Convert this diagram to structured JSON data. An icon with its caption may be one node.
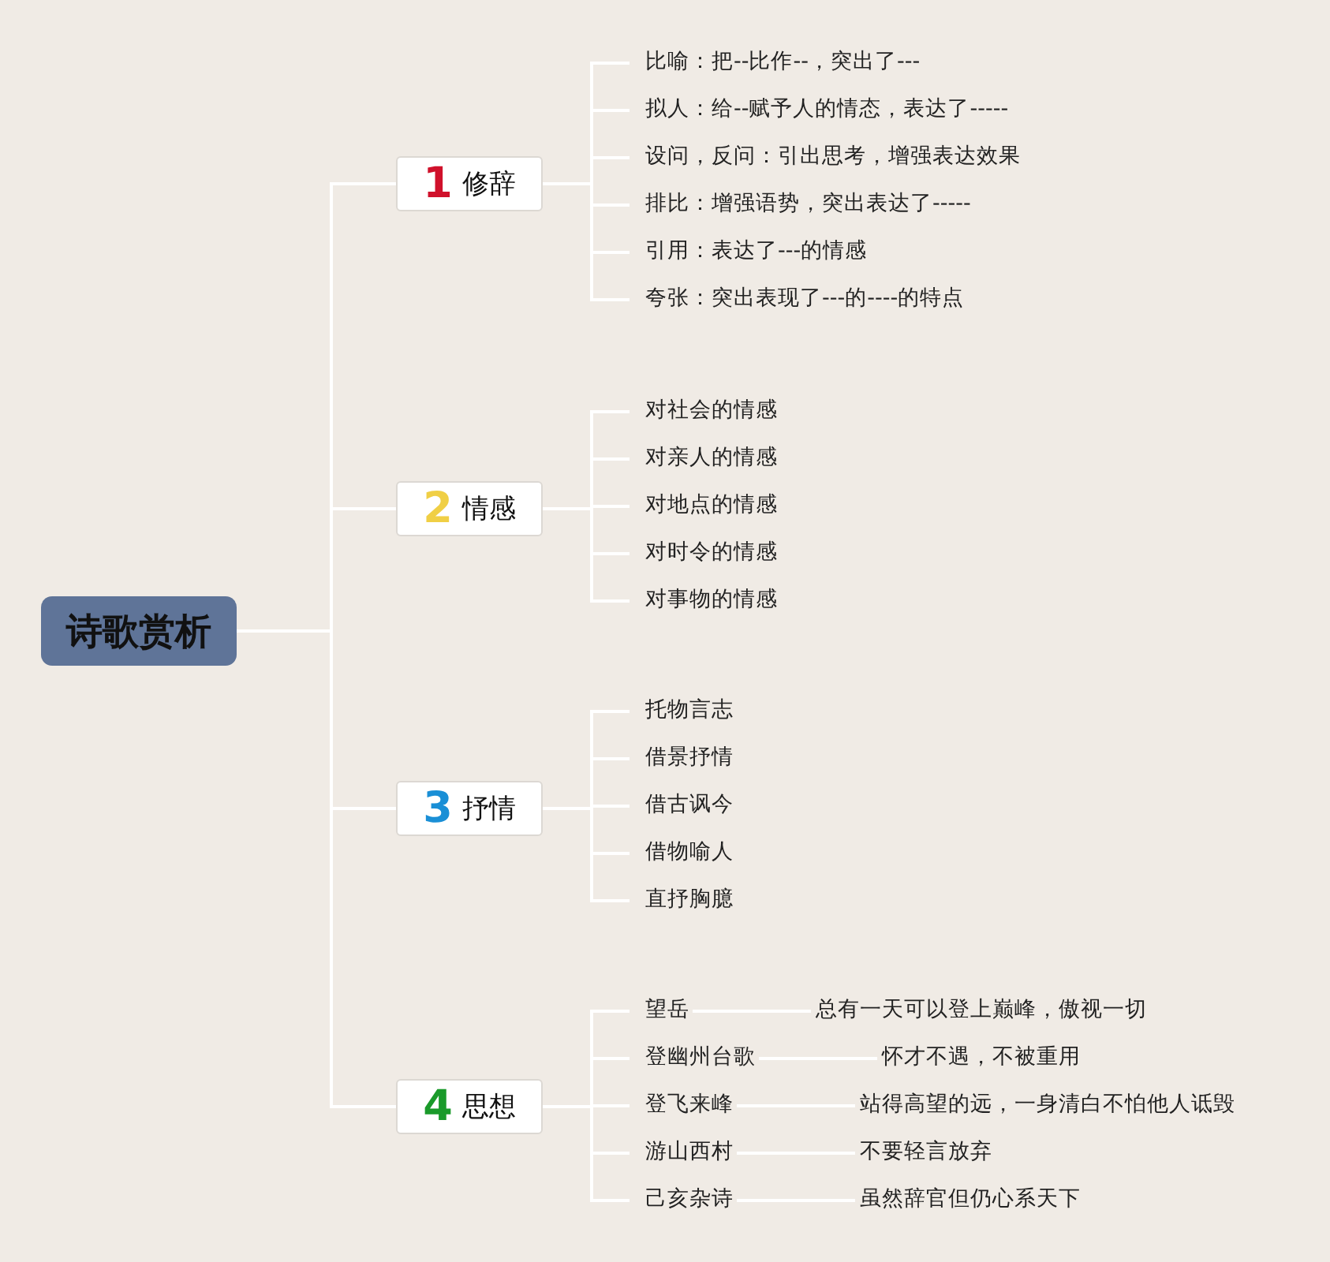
{
  "diagram": {
    "nodes": [
      {
        "text": [
          "诗歌赏析"
        ]
      },
      {
        "text": [
          "1",
          "修辞"
        ]
      },
      {
        "text": [
          "比喻：把--比作--，突出了---"
        ]
      },
      {
        "text": [
          "拟人：给--赋予人的情态，表达了-----"
        ]
      },
      {
        "text": [
          "设问，反问：引出思考，增强表达效果"
        ]
      },
      {
        "text": [
          "排比：增强语势，突出表达了-----"
        ]
      },
      {
        "text": [
          "引用：表达了---的情感"
        ]
      },
      {
        "text": [
          "夸张：突出表现了---的----的特点"
        ]
      },
      {
        "text": [
          "2",
          "情感"
        ]
      },
      {
        "text": [
          "对社会的情感"
        ]
      },
      {
        "text": [
          "对亲人的情感"
        ]
      },
      {
        "text": [
          "对地点的情感"
        ]
      },
      {
        "text": [
          "对时令的情感"
        ]
      },
      {
        "text": [
          "对事物的情感"
        ]
      },
      {
        "text": [
          "3",
          "抒情"
        ]
      },
      {
        "text": [
          "托物言志"
        ]
      },
      {
        "text": [
          "借景抒情"
        ]
      },
      {
        "text": [
          "借古讽今"
        ]
      },
      {
        "text": [
          "借物喻人"
        ]
      },
      {
        "text": [
          "直抒胸臆"
        ]
      },
      {
        "text": [
          "4",
          "思想"
        ]
      },
      {
        "text": [
          "望岳"
        ]
      },
      {
        "text": [
          "总有一天可以登上巅峰，傲视一切"
        ]
      },
      {
        "text": [
          "登幽州台歌"
        ]
      },
      {
        "text": [
          "怀才不遇，不被重用"
        ]
      },
      {
        "text": [
          "登飞来峰"
        ]
      },
      {
        "text": [
          "站得高望的远，一身清白不怕他人诋毁"
        ]
      },
      {
        "text": [
          "游山西村"
        ]
      },
      {
        "text": [
          "不要轻言放弃"
        ]
      },
      {
        "text": [
          "己亥杂诗"
        ]
      },
      {
        "text": [
          "虽然辞官但仍心系天下"
        ]
      }
    ],
    "edges": [
      {
        "from": 0,
        "to": 1,
        "arrow": "none"
      },
      {
        "from": 0,
        "to": 8,
        "arrow": "none"
      },
      {
        "from": 0,
        "to": 14,
        "arrow": "none"
      },
      {
        "from": 0,
        "to": 20,
        "arrow": "none"
      },
      {
        "from": 1,
        "to": 2,
        "arrow": "none"
      },
      {
        "from": 1,
        "to": 3,
        "arrow": "none"
      },
      {
        "from": 1,
        "to": 4,
        "arrow": "none"
      },
      {
        "from": 1,
        "to": 5,
        "arrow": "none"
      },
      {
        "from": 1,
        "to": 6,
        "arrow": "none"
      },
      {
        "from": 1,
        "to": 7,
        "arrow": "none"
      },
      {
        "from": 8,
        "to": 9,
        "arrow": "none"
      },
      {
        "from": 8,
        "to": 10,
        "arrow": "none"
      },
      {
        "from": 8,
        "to": 11,
        "arrow": "none"
      },
      {
        "from": 8,
        "to": 12,
        "arrow": "none"
      },
      {
        "from": 8,
        "to": 13,
        "arrow": "none"
      },
      {
        "from": 14,
        "to": 15,
        "arrow": "none"
      },
      {
        "from": 14,
        "to": 16,
        "arrow": "none"
      },
      {
        "from": 14,
        "to": 17,
        "arrow": "none"
      },
      {
        "from": 14,
        "to": 18,
        "arrow": "none"
      },
      {
        "from": 14,
        "to": 19,
        "arrow": "none"
      },
      {
        "from": 20,
        "to": 21,
        "arrow": "none"
      },
      {
        "from": 20,
        "to": 23,
        "arrow": "none"
      },
      {
        "from": 20,
        "to": 25,
        "arrow": "none"
      },
      {
        "from": 20,
        "to": 27,
        "arrow": "none"
      },
      {
        "from": 20,
        "to": 29,
        "arrow": "none"
      },
      {
        "from": 21,
        "to": 22,
        "arrow": "none"
      },
      {
        "from": 23,
        "to": 24,
        "arrow": "none"
      },
      {
        "from": 25,
        "to": 26,
        "arrow": "none"
      },
      {
        "from": 27,
        "to": 28,
        "arrow": "none"
      },
      {
        "from": 29,
        "to": 30,
        "arrow": "none"
      }
    ]
  }
}
